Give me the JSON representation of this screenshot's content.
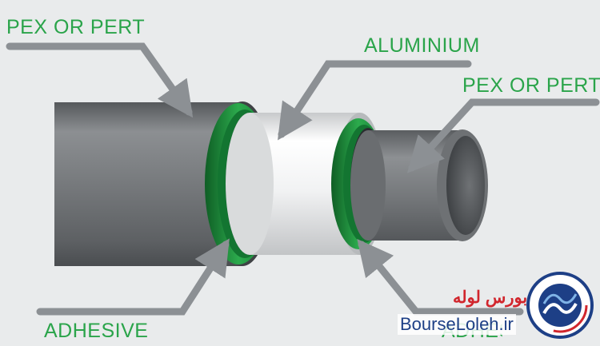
{
  "colors": {
    "background": "#e9ebec",
    "label_green": "#2aa44a",
    "pipe_grey": "#6f7275",
    "adhesive_green": "#1e8f3c",
    "aluminium": "#f4f5f5",
    "leader_line": "#8c9094"
  },
  "labels": {
    "outer_layer": "PEX OR PERT",
    "middle_layer": "ALUMINIUM",
    "inner_layer": "PEX OR PERT",
    "adhesive_outer": "ADHESIVE",
    "adhesive_inner": "ADHESIVE"
  },
  "watermark": {
    "site": "BourseLoleh.ir",
    "brand_persian": "بورس لوله"
  }
}
